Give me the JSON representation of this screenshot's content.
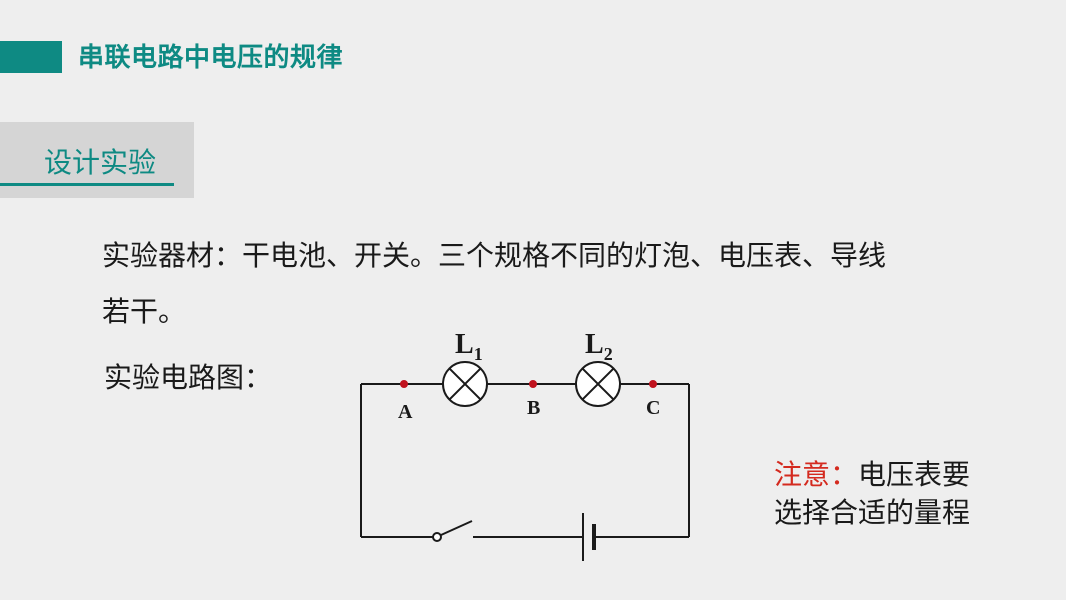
{
  "header": {
    "title": "串联电路中电压的规律"
  },
  "section": {
    "label": "设计实验"
  },
  "content": {
    "materials_line1": "实验器材：干电池、开关。三个规格不同的灯泡、电压表、导线",
    "materials_line2": "若干。",
    "circuit_label": "实验电路图："
  },
  "diagram": {
    "lamp1": {
      "letter": "L",
      "sub": "1"
    },
    "lamp2": {
      "letter": "L",
      "sub": "2"
    },
    "points": [
      "A",
      "B",
      "C"
    ]
  },
  "note": {
    "prefix": "注意：",
    "line1_rest": "电压表要",
    "line2": "选择合适的量程"
  },
  "colors": {
    "accent": "#0e8a83",
    "note_red": "#d42a1f",
    "point_red": "#c0121e"
  }
}
